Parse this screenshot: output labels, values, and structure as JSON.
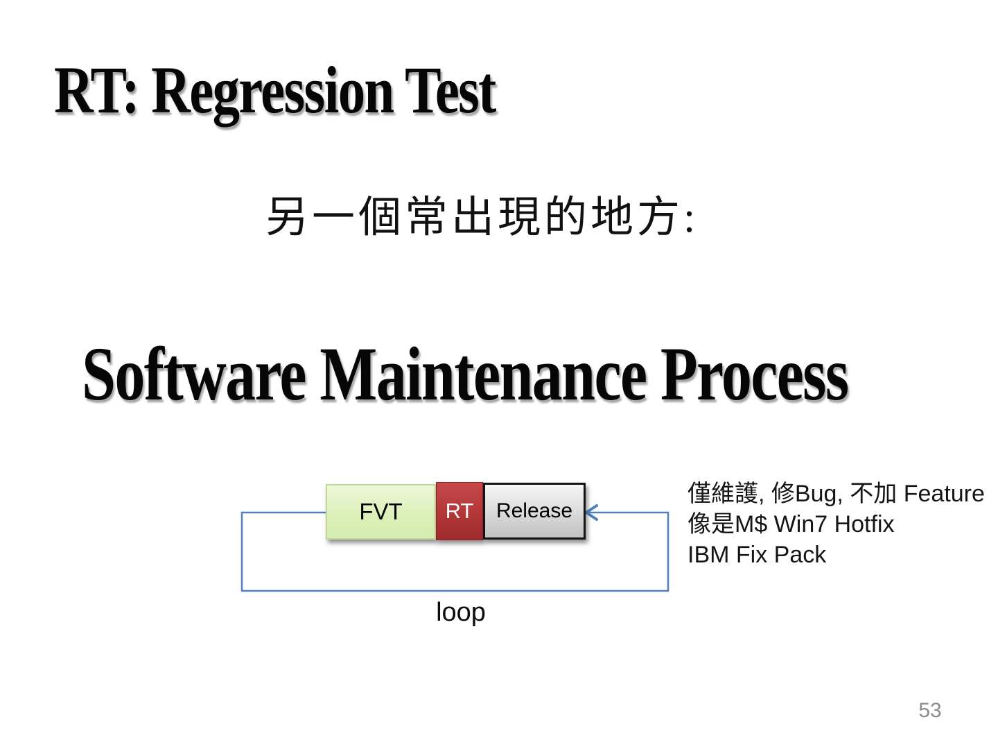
{
  "slide": {
    "title": "RT: Regression Test",
    "subtitle_zh": "另一個常出現的地方:",
    "main_heading": "Software Maintenance Process",
    "page_number": "53",
    "background_color": "#ffffff"
  },
  "diagram": {
    "boxes": [
      {
        "label": "FVT",
        "fill": "#ddf0ba",
        "border": "#c3d69b",
        "text_color": "#000000"
      },
      {
        "label": "RT",
        "fill": "#b23638",
        "border": "#8d2427",
        "text_color": "#ffffff"
      },
      {
        "label": "Release",
        "fill": "#d9d9d9",
        "border": "#141414",
        "text_color": "#000000"
      }
    ],
    "loop_label": "loop",
    "loop_color": "#4f81bd"
  },
  "annotation": {
    "lines": [
      "僅維護, 修Bug, 不加 Feature",
      "像是M$ Win7 Hotfix",
      "IBM Fix Pack"
    ]
  }
}
